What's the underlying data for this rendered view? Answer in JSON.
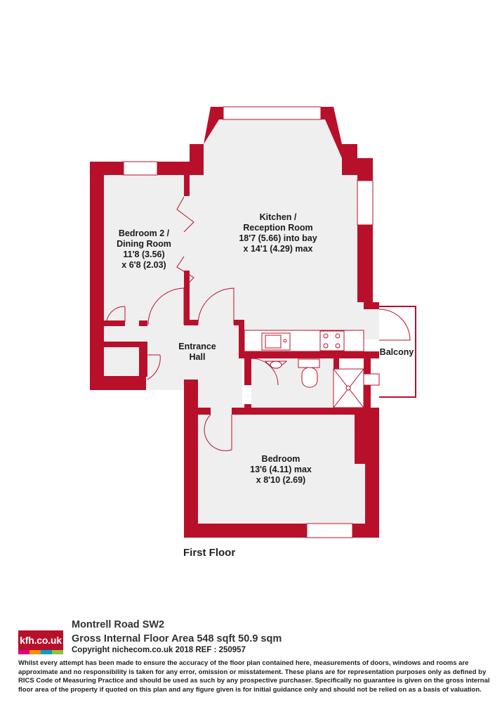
{
  "rooms": {
    "kitchen": {
      "name_1": "Kitchen /",
      "name_2": "Reception Room",
      "dim_1": "18'7 (5.66) into bay",
      "dim_2": "x 14'1 (4.29) max"
    },
    "bedroom2": {
      "name_1": "Bedroom 2 /",
      "name_2": "Dining Room",
      "dim_1": "11'8 (3.56)",
      "dim_2": "x 6'8 (2.03)"
    },
    "hall": {
      "name_1": "Entrance",
      "name_2": "Hall"
    },
    "balcony": {
      "name": "Balcony"
    },
    "bedroom": {
      "name": "Bedroom",
      "dim_1": "13'6 (4.11) max",
      "dim_2": "x 8'10 (2.69)"
    }
  },
  "floor_label": "First Floor",
  "footer": {
    "logo_text": "kfh.co.uk",
    "address": "Montrell Road SW2",
    "area": "Gross Internal Floor Area 548 sqft 50.9 sqm",
    "copyright": "Copyright nichecom.co.uk 2018 REF : 250957",
    "disclaimer": "Whilst every attempt has been made to ensure the accuracy of the floor plan contained here, measurements of doors, windows and rooms are approximate and no responsibility is taken for any error, omission or misstatement.  These plans are for representation purposes only as defined by RICS Code of Measuring Practice and should be used as such by any prospective purchaser.  Specifically no guarantee is given on the gross internal floor area of the property if quoted on this plan and any figure given is for initial guidance only and should not be relied on as a basis of valuation."
  },
  "colors": {
    "wall": "#b8102b",
    "floor": "#efefef",
    "window": "#ffffff",
    "logo_strip": [
      "#e3007b",
      "#f29100",
      "#00a0c6",
      "#8dc63f"
    ]
  }
}
